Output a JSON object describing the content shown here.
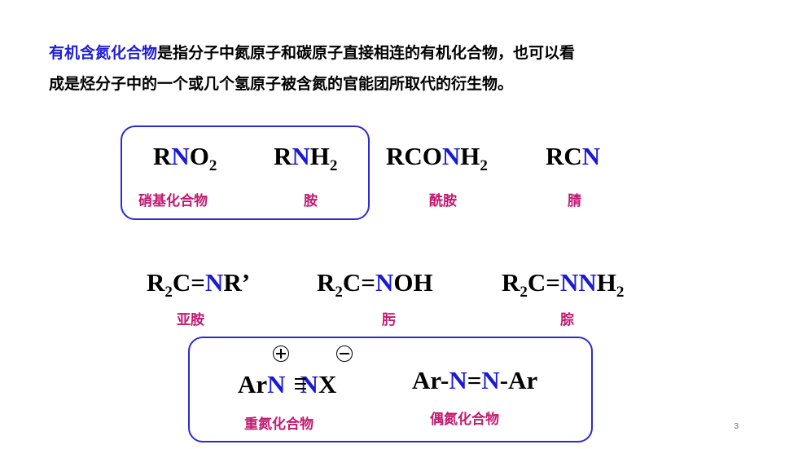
{
  "intro": {
    "term": "有机含氮化合物",
    "line1_rest": "是指分子中氮原子和碳原子直接相连的有机化合物，也可以看",
    "line2": "成是烃分子中的一个或几个氢原子被含氮的官能团所取代的衍生物。"
  },
  "row1": {
    "nitro": {
      "r": "R",
      "n": "N",
      "rest": "O",
      "sub": "2",
      "label": "硝基化合物"
    },
    "amine": {
      "r": "R",
      "n": "N",
      "rest": "H",
      "sub": "2",
      "label": "胺"
    },
    "amide": {
      "pre": "RCO",
      "n": "N",
      "rest": "H",
      "sub": "2",
      "label": "酰胺"
    },
    "nitrile": {
      "pre": "RC",
      "n": "N",
      "label": "腈"
    }
  },
  "row2": {
    "imine": {
      "r": "R",
      "sub": "2",
      "mid": "C=",
      "n": "N",
      "rest": "R’",
      "label": "亚胺"
    },
    "oxime": {
      "r": "R",
      "sub": "2",
      "mid": "C=",
      "n": "N",
      "rest": "OH",
      "label": "肟"
    },
    "hydrazone": {
      "r": "R",
      "sub": "2",
      "mid": "C=",
      "n": "NN",
      "rest": "H",
      "sub2": "2",
      "label": "腙"
    }
  },
  "row3": {
    "diazonium": {
      "ar": "Ar",
      "n1": "N",
      "n2": "N",
      "x": "X",
      "label": "重氮化合物"
    },
    "azo": {
      "pre": "Ar-",
      "n1": "N",
      "eq": "=",
      "n2": "N",
      "post": "-Ar",
      "label": "偶氮化合物"
    }
  },
  "page_number": "3"
}
